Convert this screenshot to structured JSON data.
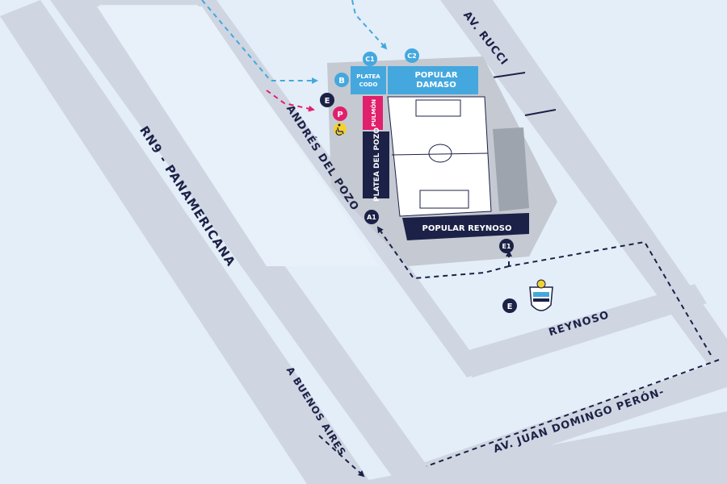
{
  "streets": {
    "rn9": "RN9 - PANAMERICANA",
    "andres_del_pozo": "ANDRÉS DEL POZO",
    "rucci": "AV. RUCCI",
    "reynoso": "REYNOSO",
    "peron": "AV. JUAN DOMINGO PERÓN-",
    "buenos_aires": "A BUENOS AIRES"
  },
  "sections": {
    "platea_codo_line1": "PLATEA",
    "platea_codo_line2": "CODO",
    "popular_damaso_line1": "POPULAR",
    "popular_damaso_line2": "DAMASO",
    "pulmon": "PULMÓN",
    "platea_del_pozo": "PLATEA DEL POZO",
    "popular_reynoso": "POPULAR REYNOSO"
  },
  "gates": {
    "c1": "C1",
    "c2": "C2",
    "b": "B",
    "e": "E",
    "p": "P",
    "a1": "A1",
    "e1": "E1",
    "e_bottom": "E",
    "accessibility": "accessible-icon"
  },
  "colors": {
    "background": "#e4eef8",
    "road": "#cfd6e2",
    "navy": "#1c2147",
    "cyan": "#44a8de",
    "pink": "#e0206c",
    "yellow": "#f3d12e",
    "stadium_gray": "#c5c9d1"
  }
}
